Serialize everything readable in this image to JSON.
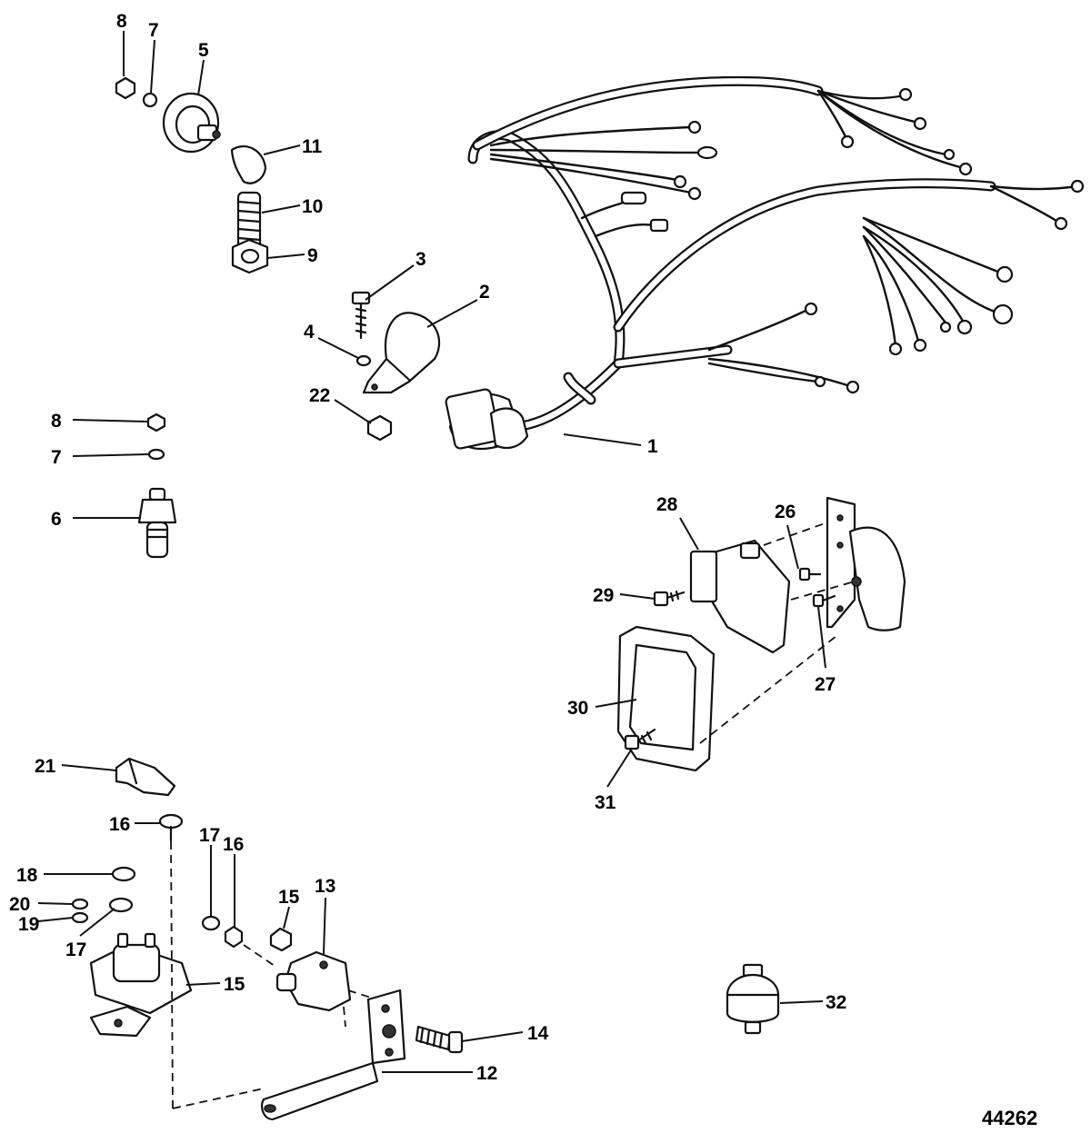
{
  "figure_number": "44262",
  "callouts": {
    "c1": "1",
    "c2": "2",
    "c3": "3",
    "c4": "4",
    "c5": "5",
    "c6": "6",
    "c7a": "7",
    "c7b": "7",
    "c8a": "8",
    "c8b": "8",
    "c9": "9",
    "c10": "10",
    "c11": "11",
    "c12": "12",
    "c13": "13",
    "c14": "14",
    "c15a": "15",
    "c15b": "15",
    "c16a": "16",
    "c16b": "16",
    "c17a": "17",
    "c17b": "17",
    "c18": "18",
    "c19": "19",
    "c20": "20",
    "c21": "21",
    "c22": "22",
    "c26": "26",
    "c27": "27",
    "c28": "28",
    "c29": "29",
    "c30": "30",
    "c31": "31",
    "c32": "32"
  }
}
